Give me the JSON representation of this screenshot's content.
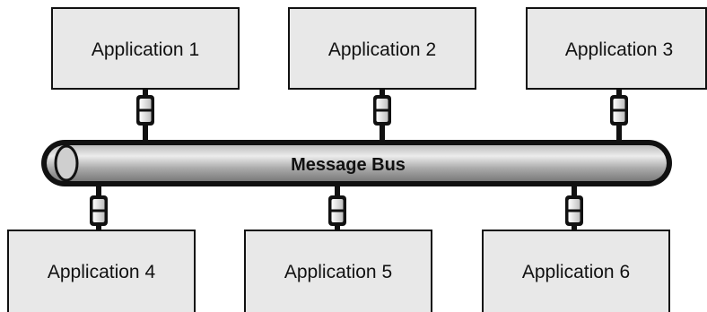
{
  "bus": {
    "label": "Message Bus"
  },
  "applications_top": [
    {
      "label": "Application 1"
    },
    {
      "label": "Application 2"
    },
    {
      "label": "Application 3"
    }
  ],
  "applications_bottom": [
    {
      "label": "Application 4"
    },
    {
      "label": "Application 5"
    },
    {
      "label": "Application 6"
    }
  ],
  "colors": {
    "box_fill": "#e8e8e8",
    "outline": "#111111",
    "bus_light": "#e4e4e4",
    "bus_dark": "#8a8a8a"
  }
}
